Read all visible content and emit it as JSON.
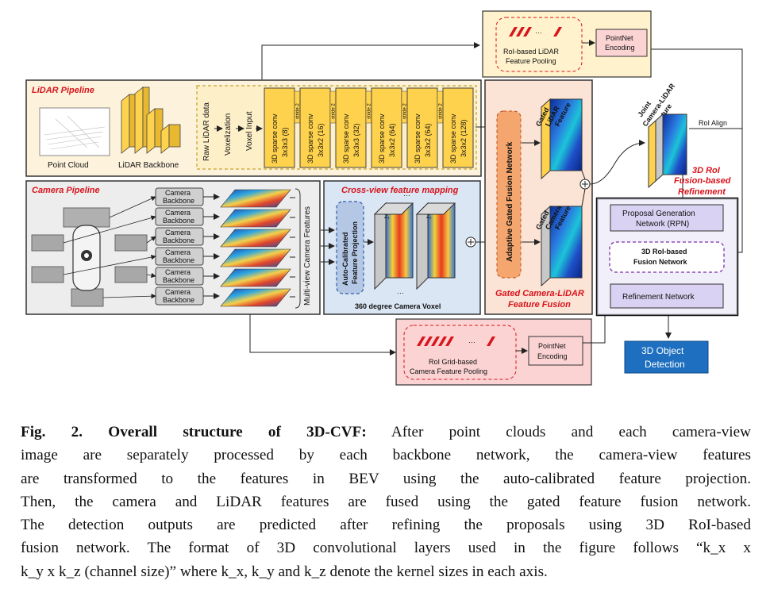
{
  "diagram": {
    "lidar_pipeline": {
      "title": "LiDAR Pipeline",
      "point_cloud_label": "Point Cloud",
      "backbone_label": "LiDAR Backbone",
      "input_steps": [
        "Raw LiDAR data",
        "Voxelization",
        "Voxel Input"
      ],
      "conv_layers": [
        {
          "name": "3D sparse conv",
          "spec": "3x3x3 (8)"
        },
        {
          "name": "3D sparse conv",
          "spec": "3x3x2 (16)"
        },
        {
          "name": "3D sparse conv",
          "spec": "3x3x3 (32)"
        },
        {
          "name": "3D sparse conv",
          "spec": "3x3x2 (64)"
        },
        {
          "name": "3D sparse conv",
          "spec": "3x3x2 (64)"
        },
        {
          "name": "3D sparse conv",
          "spec": "3x3x2 (128)"
        }
      ],
      "stride_label": "stride 2"
    },
    "camera_pipeline": {
      "title": "Camera Pipeline",
      "backbone_label": "Camera Backbone",
      "backbone_count": 6,
      "multiview_label": "Multi-view Camera Features"
    },
    "cross_view": {
      "title": "Cross-view feature mapping",
      "projection_label": "Auto-Calibrated Feature Projection",
      "voxel_label": "360 degree Camera Voxel",
      "z_labels": [
        "Z₁",
        "Z₁"
      ]
    },
    "fusion": {
      "network_label": "Adaptive Gated Fusion Network",
      "gated_lidar": "Gated LiDAR Feature",
      "gated_camera": "Gated Camera Feature",
      "title": "Gated Camera-LiDAR Feature Fusion"
    },
    "lidar_pooling": {
      "label": "RoI-based LiDAR Feature Pooling",
      "encoder": "PointNet Encoding"
    },
    "camera_pooling": {
      "label": "RoI Grid-based Camera Feature Pooling",
      "encoder": "PointNet Encoding"
    },
    "joint": {
      "label": "Joint Camera-LiDAR Feature",
      "roi_align": "RoI Align",
      "refinement_title": "3D RoI Fusion-based Refinement"
    },
    "refinement": {
      "rpn": "Proposal Generation Network (RPN)",
      "fusion": "3D RoI-based Fusion Network",
      "refine": "Refinement Network",
      "output": "3D Object Detection"
    },
    "colors": {
      "lidar_bg": "#fdf2dc",
      "camera_bg": "#ededed",
      "crossview_bg": "#dae6f3",
      "fusion_bg": "#fbe3d5",
      "pool_bg": "#fff2cc",
      "campool_bg": "#fbd3d3",
      "refine_bg": "#d9d2f2",
      "output_bg": "#1e6fbf",
      "accent_red": "#d8141c",
      "conv_yellow": "#ffd24d",
      "projection_blue": "#b4c8e6",
      "orange": "#f4a66e"
    }
  },
  "caption": {
    "label": "Fig. 2. Overall structure of 3D-CVF:",
    "lines": [
      "After point clouds and each camera-view",
      "image are separately processed by each backbone network, the camera-view features",
      "are transformed to the features in BEV using the auto-calibrated feature projection.",
      "Then, the camera and LiDAR features are fused using the gated feature fusion network.",
      "The detection outputs are predicted after refining the proposals using 3D RoI-based",
      "fusion network. The format of 3D convolutional layers used in the figure follows “k_x x",
      "k_y x k_z (channel size)” where k_x, k_y and k_z denote the kernel sizes in each axis."
    ]
  }
}
